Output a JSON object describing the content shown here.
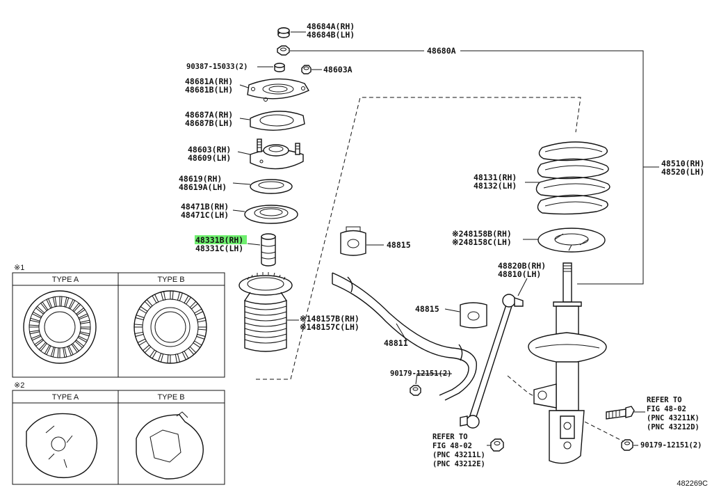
{
  "labels": {
    "l_48684": {
      "lines": [
        "48684A(RH)",
        "48684B(LH)"
      ]
    },
    "l_48680A": {
      "lines": [
        "48680A"
      ]
    },
    "l_90387": {
      "lines": [
        "90387-15033(2)"
      ]
    },
    "l_48603A": {
      "lines": [
        "48603A"
      ]
    },
    "l_48681": {
      "lines": [
        "48681A(RH)",
        "48681B(LH)"
      ]
    },
    "l_48687": {
      "lines": [
        "48687A(RH)",
        "48687B(LH)"
      ]
    },
    "l_48603": {
      "lines": [
        "48603(RH)",
        "48609(LH)"
      ]
    },
    "l_48619": {
      "lines": [
        "48619(RH)",
        "48619A(LH)"
      ]
    },
    "l_48471": {
      "lines": [
        "48471B(RH)",
        "48471C(LH)"
      ]
    },
    "l_48331": {
      "lines": [
        "48331B(RH)",
        "48331C(LH)"
      ]
    },
    "l_48157": {
      "lines": [
        "※148157B(RH)",
        "※148157C(LH)"
      ]
    },
    "l_48815a": {
      "lines": [
        "48815"
      ]
    },
    "l_48815b": {
      "lines": [
        "48815"
      ]
    },
    "l_48811": {
      "lines": [
        "48811"
      ]
    },
    "l_90179a": {
      "lines": [
        "90179-12151(2)"
      ]
    },
    "l_48131": {
      "lines": [
        "48131(RH)",
        "48132(LH)"
      ]
    },
    "l_48510": {
      "lines": [
        "48510(RH)",
        "48520(LH)"
      ]
    },
    "l_48158": {
      "lines": [
        "※248158B(RH)",
        "※248158C(LH)"
      ]
    },
    "l_48820": {
      "lines": [
        "48820B(RH)",
        "48810(LH)"
      ]
    },
    "l_refer1": {
      "lines": [
        "REFER TO",
        "FIG 48-02",
        "(PNC 43211L)",
        "(PNC 43212E)"
      ]
    },
    "l_refer2": {
      "lines": [
        "REFER TO",
        "FIG 48-02",
        "(PNC 43211K)",
        "(PNC 43212D)"
      ]
    },
    "l_90179b": {
      "lines": [
        "90179-12151(2)"
      ]
    }
  },
  "note1": {
    "mark": "※1",
    "type_a": "TYPE A",
    "type_b": "TYPE B"
  },
  "note2": {
    "mark": "※2",
    "type_a": "TYPE A",
    "type_b": "TYPE B"
  },
  "diagram_id": "482269C",
  "highlighted_part": "48331B(RH)"
}
